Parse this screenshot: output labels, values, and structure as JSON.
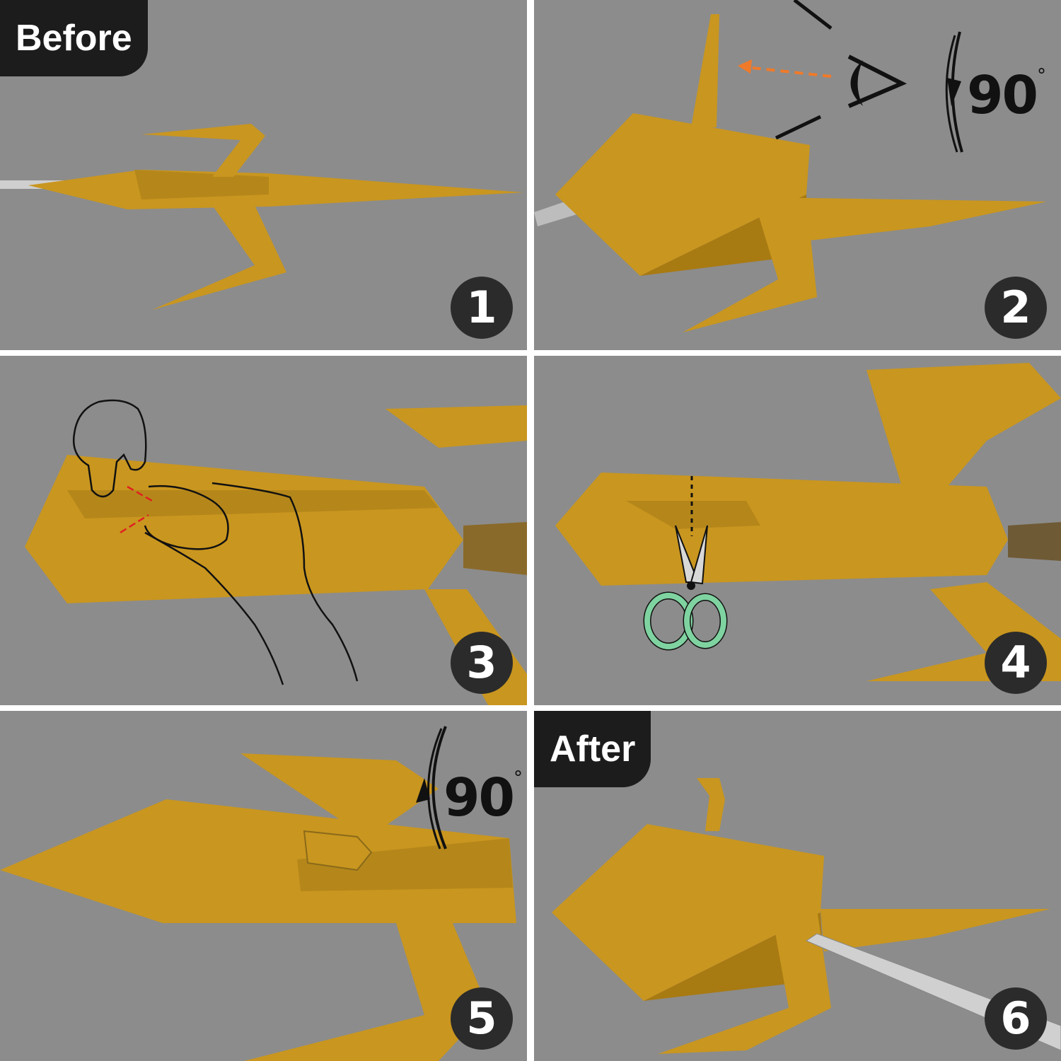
{
  "labels": {
    "before": "Before",
    "after": "After"
  },
  "steps": [
    {
      "number": "1"
    },
    {
      "number": "2",
      "rotation": "90",
      "rotation_unit": "°"
    },
    {
      "number": "3"
    },
    {
      "number": "4"
    },
    {
      "number": "5",
      "rotation": "90",
      "rotation_unit": "°"
    },
    {
      "number": "6"
    }
  ],
  "colors": {
    "background": "#8c8c8c",
    "paper": "#c9961f",
    "paper_dark": "#a87a12",
    "badge": "#2b2b2b",
    "arrow": "#f07a2a",
    "cut_line": "#e02020",
    "scissors_handle": "#7fd3a0"
  },
  "icons": [
    "eye-icon",
    "rotate-arrow-icon",
    "hand-icon",
    "scissors-icon",
    "tweezers-icon"
  ]
}
